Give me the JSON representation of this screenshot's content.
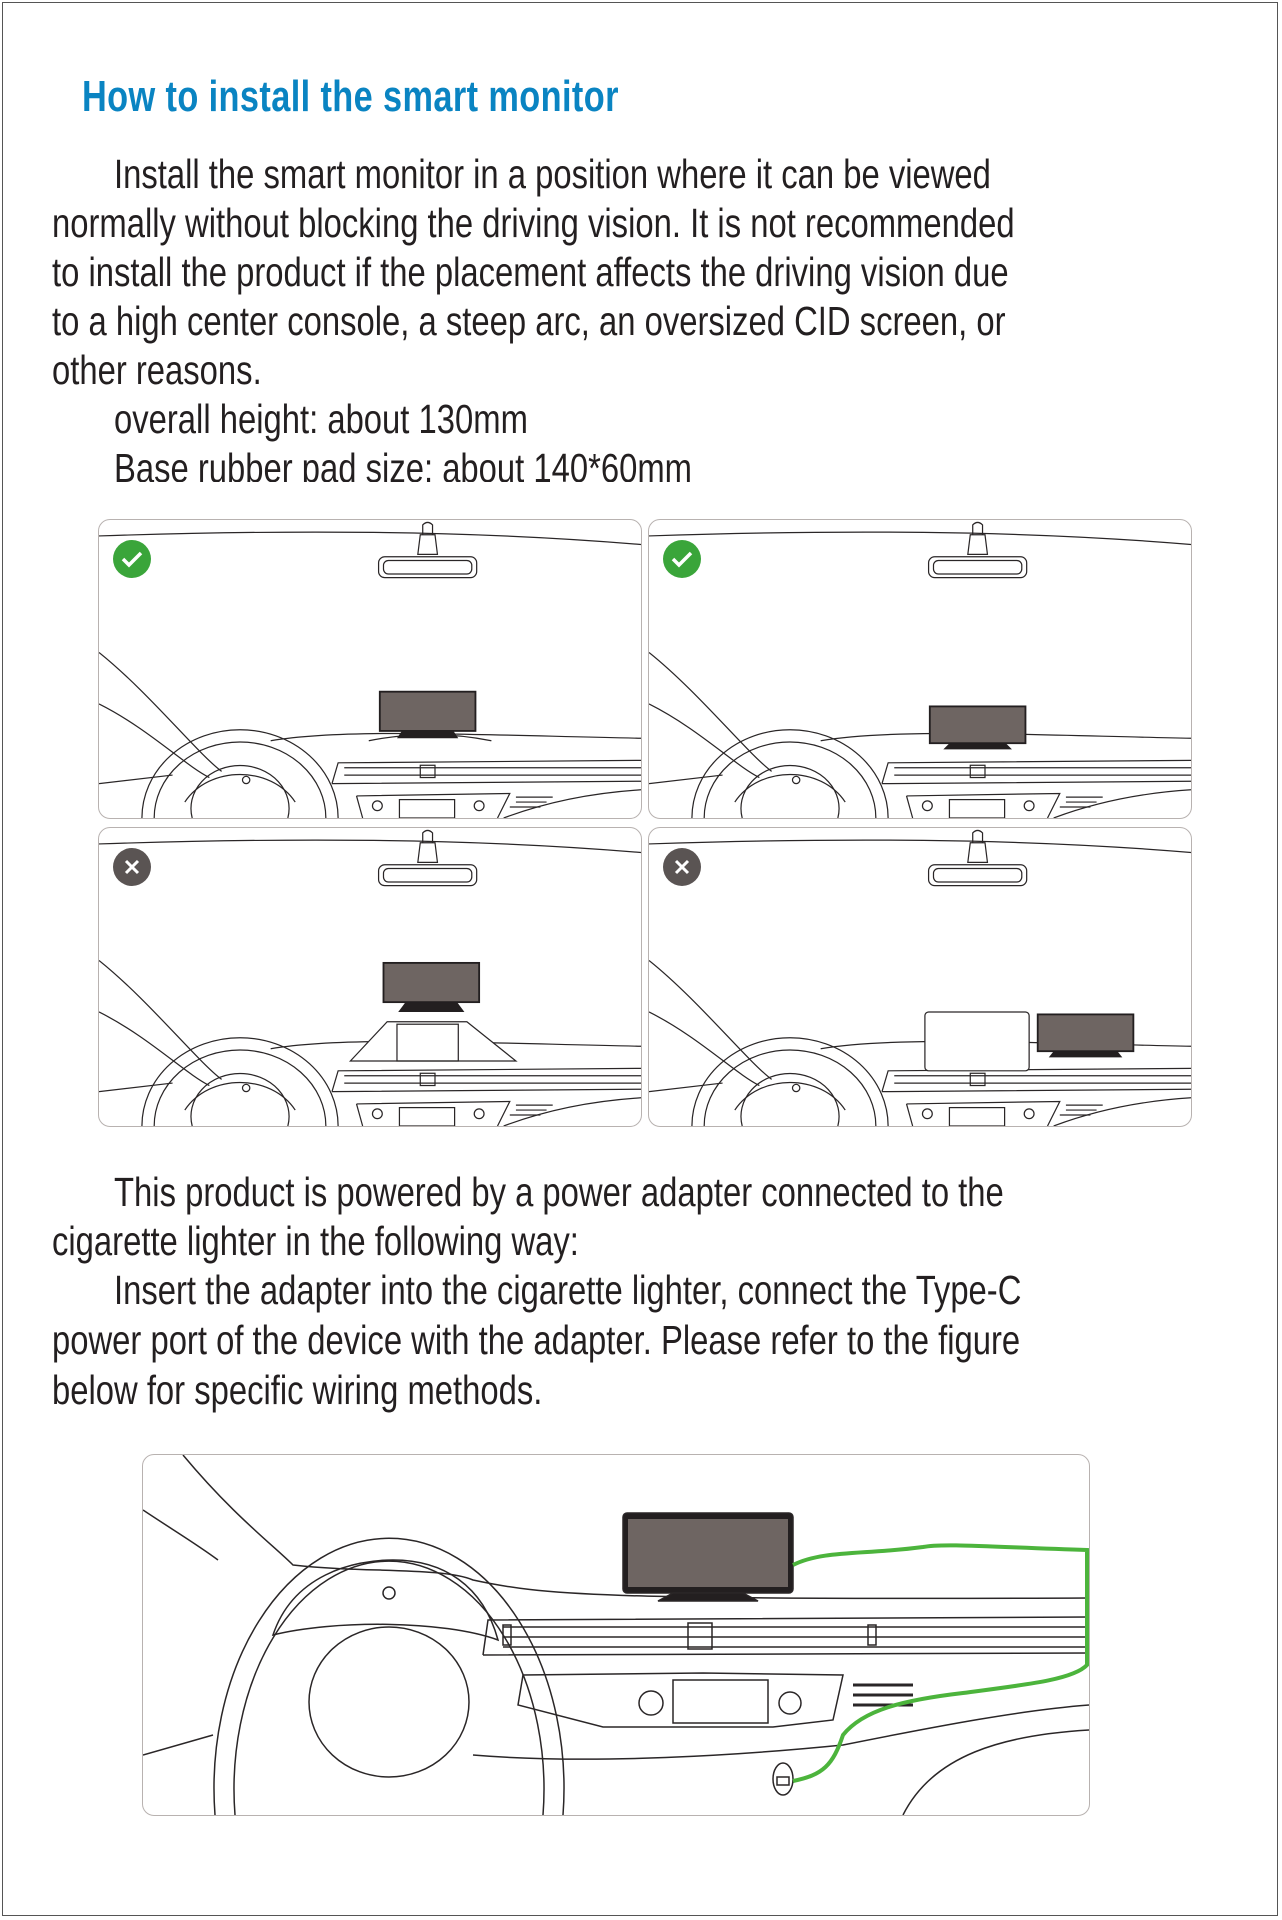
{
  "title": "How to install the smart monitor",
  "intro": {
    "lines": [
      "Install the smart monitor in a position where it can be viewed",
      "normally without blocking the driving vision. It is not recommended",
      "to install the product if the placement affects the driving vision due",
      "to a high center console, a steep arc, an oversized CID screen, or",
      "other reasons."
    ],
    "height_spec": "overall height: about 130mm",
    "pad_spec": "Base rubber pad size:  about 140*60mm"
  },
  "examples": [
    {
      "status": "correct",
      "icon": "check-icon",
      "placement": "dashboard-top"
    },
    {
      "status": "correct",
      "icon": "check-icon",
      "placement": "dashboard-low"
    },
    {
      "status": "incorrect",
      "icon": "x-icon",
      "placement": "high-center-console"
    },
    {
      "status": "incorrect",
      "icon": "x-icon",
      "placement": "beside-oversized-cid"
    }
  ],
  "power": {
    "lines": [
      "This product is powered by a power adapter connected to the",
      "cigarette lighter in the following way:",
      "Insert the adapter into the cigarette lighter, connect the Type-C",
      "power port of the device with the adapter. Please refer to the figure",
      "below for specific wiring methods."
    ]
  },
  "colors": {
    "title": "#0a84c2",
    "correct": "#3aa53a",
    "incorrect": "#5a5453",
    "monitor": "#6e6562",
    "cable": "#4cb43c"
  }
}
